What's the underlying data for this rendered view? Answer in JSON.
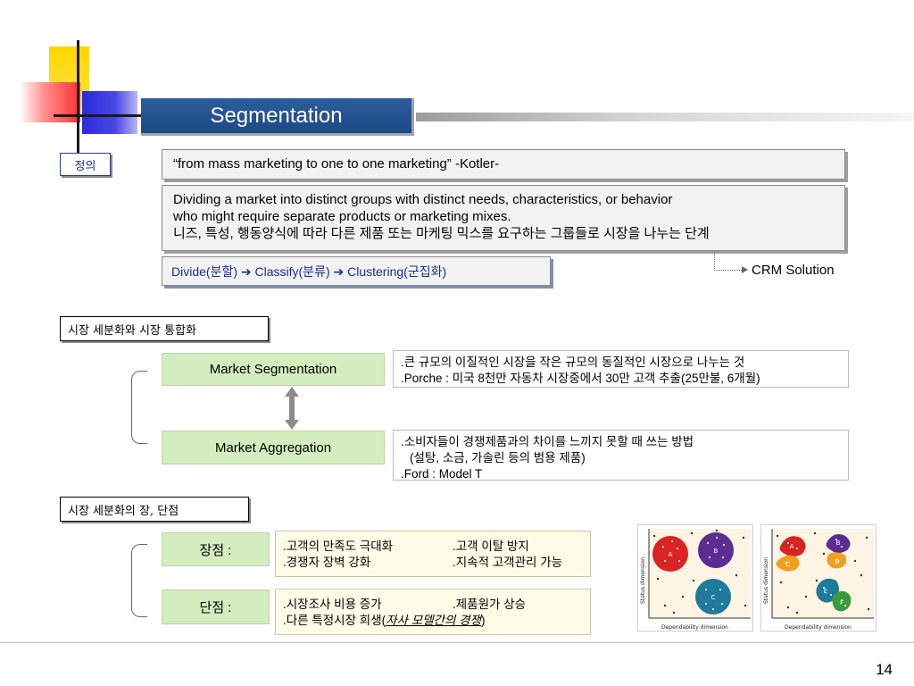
{
  "slide": {
    "title": "Segmentation",
    "page_number": "14"
  },
  "definition": {
    "tag": "정의",
    "quote": "“from mass marketing to one to one marketing” -Kotler-",
    "body_line1": "Dividing a market into distinct groups with distinct needs, characteristics, or behavior",
    "body_line2": "who might require separate products or marketing mixes.",
    "body_line3": "니즈, 특성, 행동양식에 따라 다른 제품 또는 마케팅 믹스를 요구하는 그룹들로 시장을 나누는 단계",
    "process_step1": "Divide(분할)",
    "process_step2": "Classify(분류)",
    "process_step3": "Clustering(군집화)",
    "arrow_glyph": "➔",
    "crm_label": "CRM Solution"
  },
  "seg_vs_agg": {
    "tag": "시장 세분화와 시장 통합화",
    "segmentation_label": "Market Segmentation",
    "segmentation_desc1": ".큰 규모의 이질적인 시장을 작은 규모의 동질적인 시장으로 나누는 것",
    "segmentation_desc2": ".Porche : 미국 8천만 자동차 시장중에서 30만 고객 추출(25만불, 6개월)",
    "aggregation_label": "Market Aggregation",
    "aggregation_desc1": ".소비자들이 경쟁제품과의 차이를 느끼지 못할 때 쓰는 방법",
    "aggregation_desc2": "(설탕, 소금, 가솔린 등의 범용 제품)",
    "aggregation_desc3": ".Ford : Model T"
  },
  "pros_cons": {
    "tag": "시장 세분화의 장, 단점",
    "pros_label": "장점 :",
    "pros_item1": ".고객의 만족도 극대화",
    "pros_item2": ".고객 이탈 방지",
    "pros_item3": ".경쟁자 장벽 강화",
    "pros_item4": ".지속적 고객관리 가능",
    "cons_label": "단점 :",
    "cons_item1": ".시장조사 비용 증가",
    "cons_item2": ".제품원가 상승",
    "cons_item3_prefix": ".다른 특정시장 희생(",
    "cons_item3_emph": "자사 모델간의 경쟁",
    "cons_item3_suffix": ")"
  },
  "cluster_figure": {
    "y_axis_label": "Status dimension",
    "x_axis_label": "Dependability dimension",
    "left_clusters": [
      "A",
      "B",
      "C"
    ],
    "right_clusters": [
      "A",
      "B",
      "C",
      "D",
      "E",
      "F"
    ],
    "colors": {
      "red": "#d92424",
      "purple": "#5b2d91",
      "teal": "#1f7a9c",
      "orange": "#f0a020",
      "green": "#3a9a3a"
    }
  }
}
